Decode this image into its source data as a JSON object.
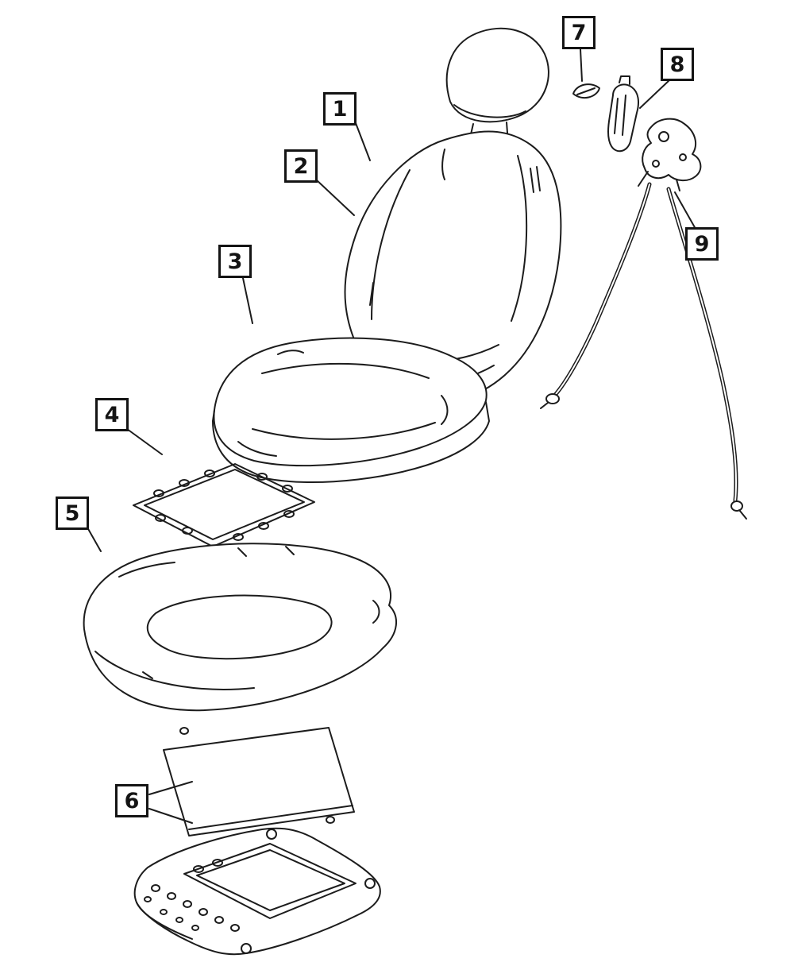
{
  "diagram": {
    "type": "exploded-parts-line-drawing",
    "subject": "front seat assembly with recliner cables",
    "colors": {
      "ink": "#1c1c1c",
      "paper": "#ffffff"
    },
    "callouts": [
      {
        "label": "1"
      },
      {
        "label": "2"
      },
      {
        "label": "3"
      },
      {
        "label": "4"
      },
      {
        "label": "5"
      },
      {
        "label": "6"
      },
      {
        "label": "7"
      },
      {
        "label": "8"
      },
      {
        "label": "9"
      }
    ]
  }
}
